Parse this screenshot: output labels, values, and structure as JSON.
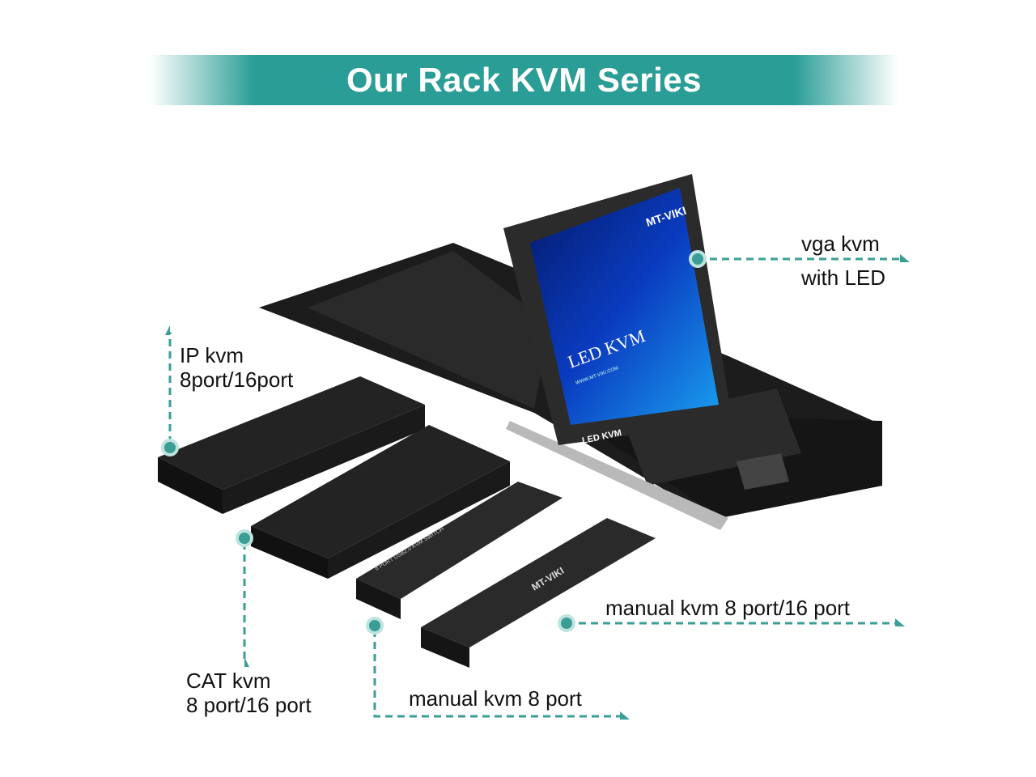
{
  "banner": {
    "title": "Our Rack KVM Series"
  },
  "accent_color": "#2a9d96",
  "products": {
    "vga_kvm": {
      "line1": "vga kvm",
      "line2": "with LED"
    },
    "ip_kvm": {
      "line1": "IP kvm",
      "line2": "8port/16port"
    },
    "cat_kvm": {
      "line1": "CAT kvm",
      "line2": "8 port/16 port"
    },
    "manual_8": {
      "line1": "manual kvm 8 port"
    },
    "manual_8_16": {
      "line1": "manual kvm 8 port/16 port"
    }
  },
  "screen": {
    "brand": "MT-VIKI",
    "title": "LED KVM",
    "url": "WWW.MT-VIKI.COM",
    "bezel_text": "LED KVM"
  },
  "device_text": {
    "switch_label": "8 PORT USB2.0 KVM SWITCH",
    "brand": "MT-VIKI"
  }
}
